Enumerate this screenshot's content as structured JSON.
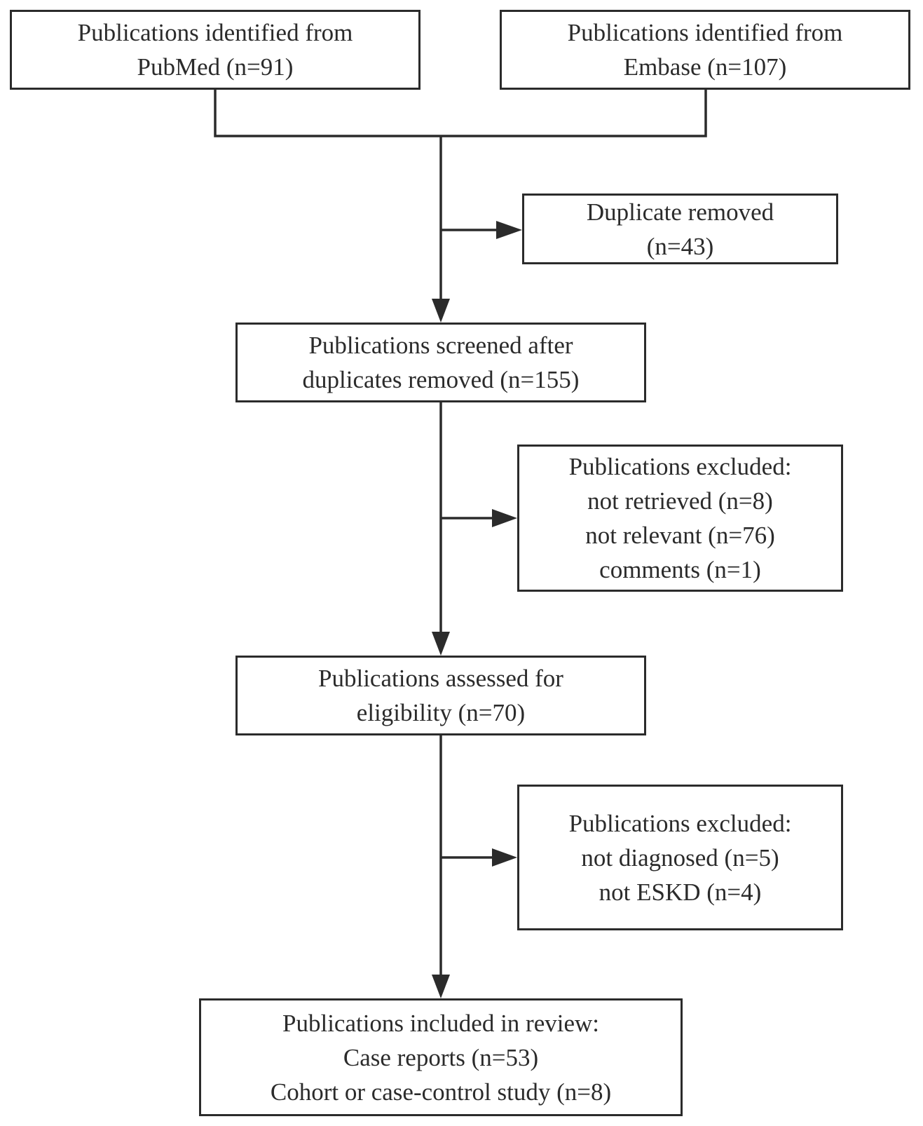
{
  "flowchart": {
    "sources": {
      "pubmed": [
        "Publications identified from",
        "PubMed (n=91)"
      ],
      "embase": [
        "Publications identified from",
        "Embase (n=107)"
      ]
    },
    "duplicates": [
      "Duplicate removed",
      "(n=43)"
    ],
    "screened": [
      "Publications screened after",
      "duplicates removed (n=155)"
    ],
    "excluded_screening": [
      "Publications excluded:",
      "not retrieved (n=8)",
      "not relevant (n=76)",
      "comments (n=1)"
    ],
    "assessed": [
      "Publications assessed for",
      "eligibility (n=70)"
    ],
    "excluded_eligibility": [
      "Publications excluded:",
      "not diagnosed (n=5)",
      "not ESKD (n=4)"
    ],
    "included": [
      "Publications included in review:",
      "Case reports (n=53)",
      "Cohort or case-control study (n=8)"
    ]
  },
  "colors": {
    "stroke": "#2b2b2b",
    "background": "#ffffff"
  }
}
